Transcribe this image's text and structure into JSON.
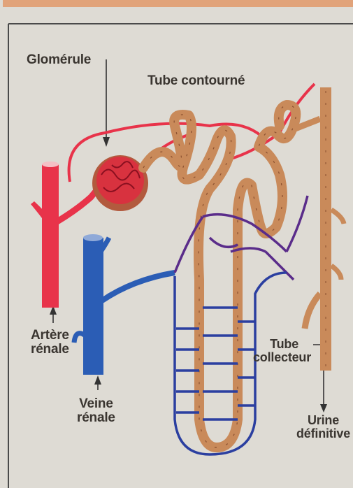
{
  "labels": {
    "glomerule": "Glomérule",
    "tube_contourne": "Tube contourné",
    "artere_l1": "Artère",
    "artere_l2": "rénale",
    "veine_l1": "Veine",
    "veine_l2": "rénale",
    "tube_collecteur_l1": "Tube",
    "tube_collecteur_l2": "collecteur",
    "urine_l1": "Urine",
    "urine_l2": "définitive"
  },
  "colors": {
    "artery": "#e8334a",
    "vein": "#2b5db5",
    "tube": "#c98a5a",
    "capillary": "#5a2c8a",
    "frame": "#4a4a4a"
  }
}
